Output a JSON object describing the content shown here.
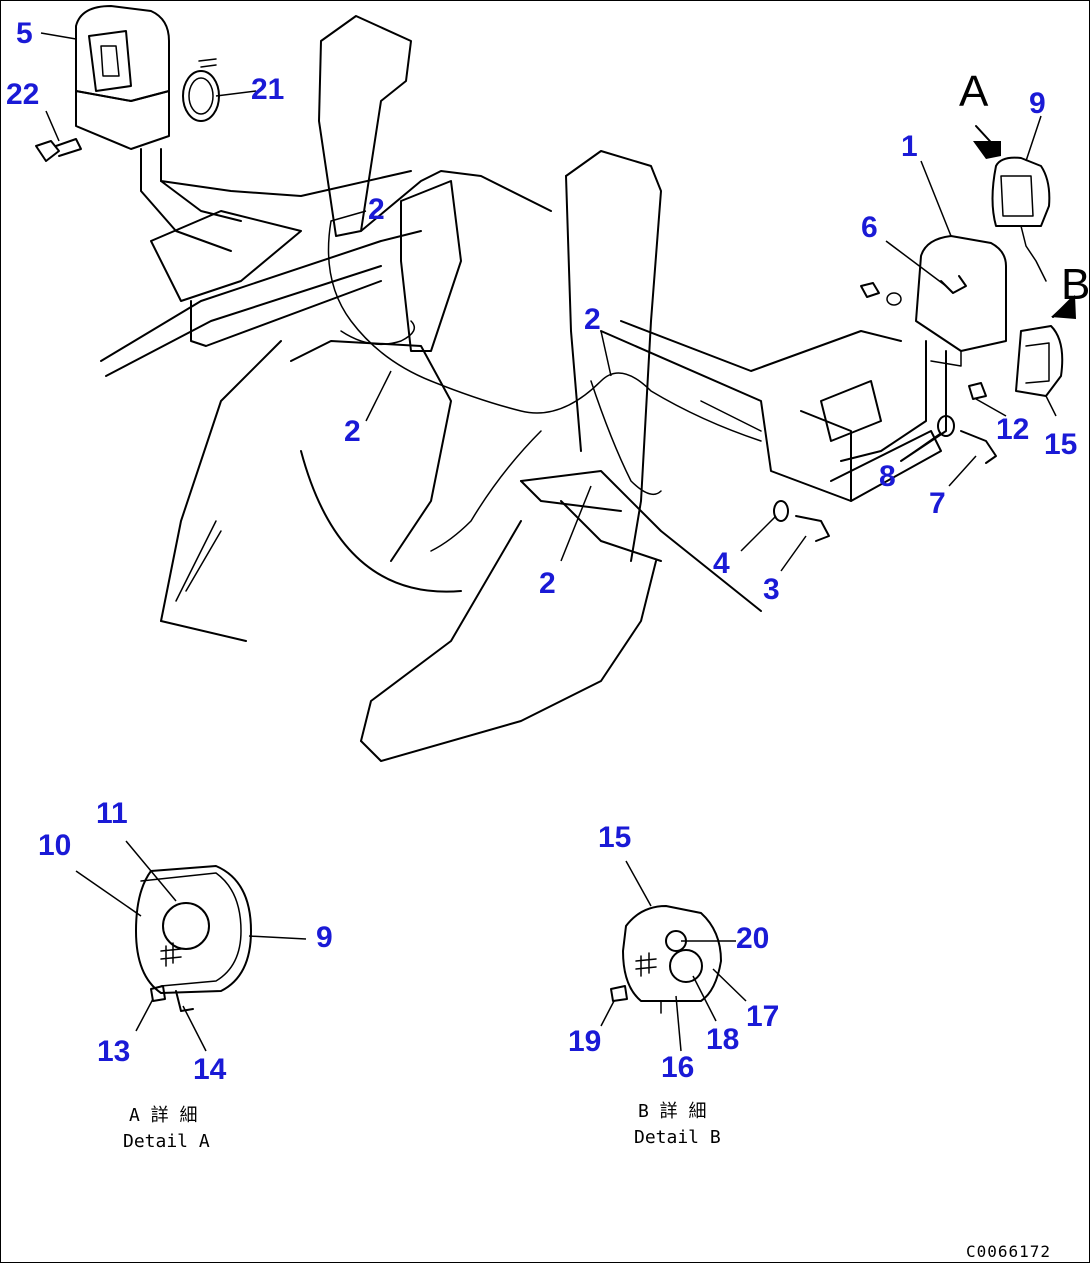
{
  "callouts": {
    "c1": "1",
    "c2a": "2",
    "c2b": "2",
    "c2c": "2",
    "c2d": "2",
    "c3": "3",
    "c4": "4",
    "c5": "5",
    "c6": "6",
    "c7": "7",
    "c8": "8",
    "c9a": "9",
    "c9b": "9",
    "c10": "10",
    "c11": "11",
    "c12": "12",
    "c13": "13",
    "c14": "14",
    "c15a": "15",
    "c15b": "15",
    "c16": "16",
    "c17": "17",
    "c18": "18",
    "c19": "19",
    "c20": "20",
    "c21": "21",
    "c22": "22"
  },
  "view_markers": {
    "a": "A",
    "b": "B"
  },
  "detail_a": {
    "jp": "A 詳 細",
    "en": "Detail A"
  },
  "detail_b": {
    "jp": "B 詳 細",
    "en": "Detail B"
  },
  "drawing_code": "C0066172",
  "colors": {
    "callout": "#1a1ad6",
    "line": "#000000"
  }
}
